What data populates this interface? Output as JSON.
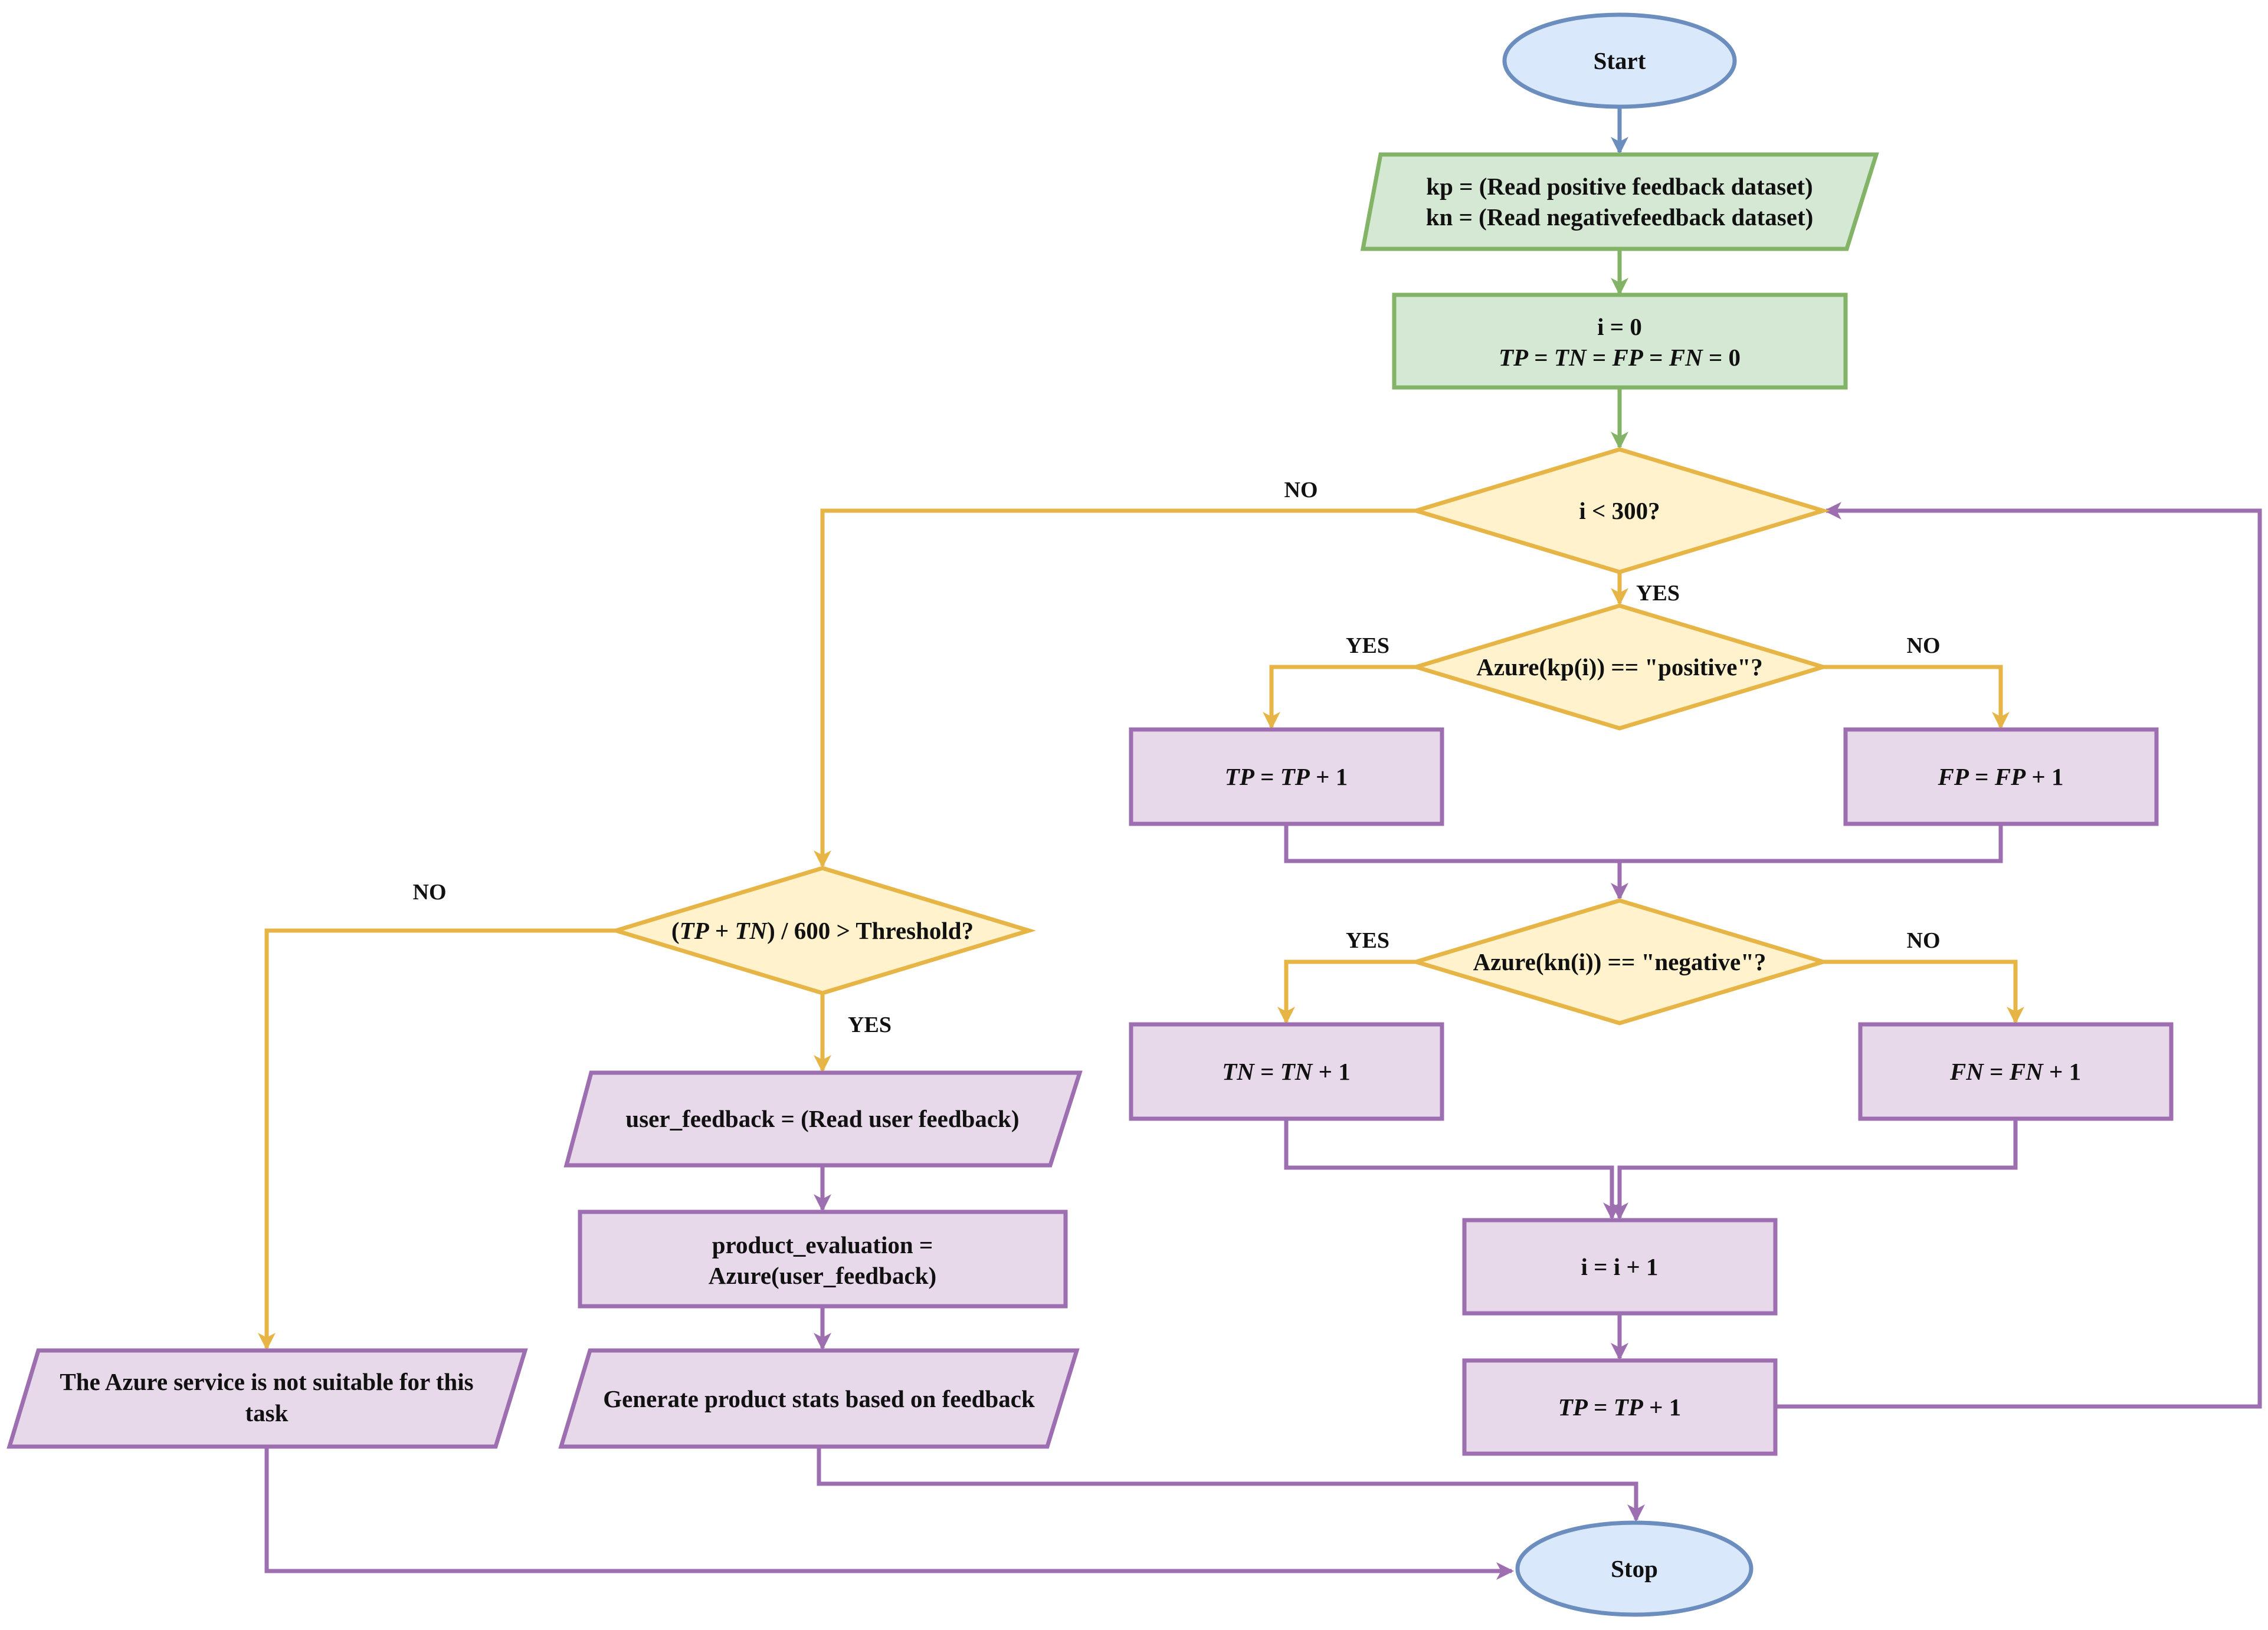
{
  "colors": {
    "blue_fill": "#dae8fc",
    "blue_stroke": "#6c8ebf",
    "green_fill": "#d5e8d4",
    "green_stroke": "#82b366",
    "yellow_fill": "#fff2cc",
    "yellow_stroke": "#e6b545",
    "purple_fill": "#e7d9ea",
    "purple_stroke": "#9d6fb0"
  },
  "nodes": {
    "start": "Start",
    "read_datasets": [
      "kp = (Read positive feedback dataset)",
      "kn = (Read negativefeedback dataset)"
    ],
    "init": {
      "line1": "i = 0",
      "line2": [
        {
          "t": "TP",
          "i": true
        },
        {
          "t": " = ",
          "i": false
        },
        {
          "t": "TN",
          "i": true
        },
        {
          "t": " = ",
          "i": false
        },
        {
          "t": "FP",
          "i": true
        },
        {
          "t": " = ",
          "i": false
        },
        {
          "t": "FN",
          "i": true
        },
        {
          "t": " = 0",
          "i": false
        }
      ]
    },
    "loop_check": "i < 300?",
    "check_positive": "Azure(kp(i)) == \"positive\"?",
    "tp_inc": [
      {
        "t": "TP",
        "i": true
      },
      {
        "t": " = ",
        "i": false
      },
      {
        "t": "TP",
        "i": true
      },
      {
        "t": " + 1",
        "i": false
      }
    ],
    "fp_inc": [
      {
        "t": "FP",
        "i": true
      },
      {
        "t": " = ",
        "i": false
      },
      {
        "t": "FP",
        "i": true
      },
      {
        "t": " + 1",
        "i": false
      }
    ],
    "check_negative": "Azure(kn(i)) == \"negative\"?",
    "tn_inc": [
      {
        "t": "TN",
        "i": true
      },
      {
        "t": " = ",
        "i": false
      },
      {
        "t": "TN",
        "i": true
      },
      {
        "t": " + 1",
        "i": false
      }
    ],
    "fn_inc": [
      {
        "t": "FN",
        "i": true
      },
      {
        "t": " = ",
        "i": false
      },
      {
        "t": "FN",
        "i": true
      },
      {
        "t": " + 1",
        "i": false
      }
    ],
    "i_inc": "i = i + 1",
    "tp_inc2": [
      {
        "t": "TP",
        "i": true
      },
      {
        "t": " = ",
        "i": false
      },
      {
        "t": "TP",
        "i": true
      },
      {
        "t": " + 1",
        "i": false
      }
    ],
    "threshold_check": [
      {
        "t": "(",
        "i": false
      },
      {
        "t": "TP",
        "i": true
      },
      {
        "t": " + ",
        "i": false
      },
      {
        "t": "TN",
        "i": true
      },
      {
        "t": ") / 600 > Threshold?",
        "i": false
      }
    ],
    "read_user_feedback": "user_feedback = (Read user feedback)",
    "product_eval": [
      "product_evaluation =",
      "Azure(user_feedback)"
    ],
    "generate_stats": "Generate product stats based on feedback",
    "not_suitable": [
      "The Azure service is not suitable for this",
      "task"
    ],
    "stop": "Stop"
  },
  "labels": {
    "loop_no": "NO",
    "loop_yes": "YES",
    "pos_yes": "YES",
    "pos_no": "NO",
    "neg_yes": "YES",
    "neg_no": "NO",
    "thr_no": "NO",
    "thr_yes": "YES"
  }
}
